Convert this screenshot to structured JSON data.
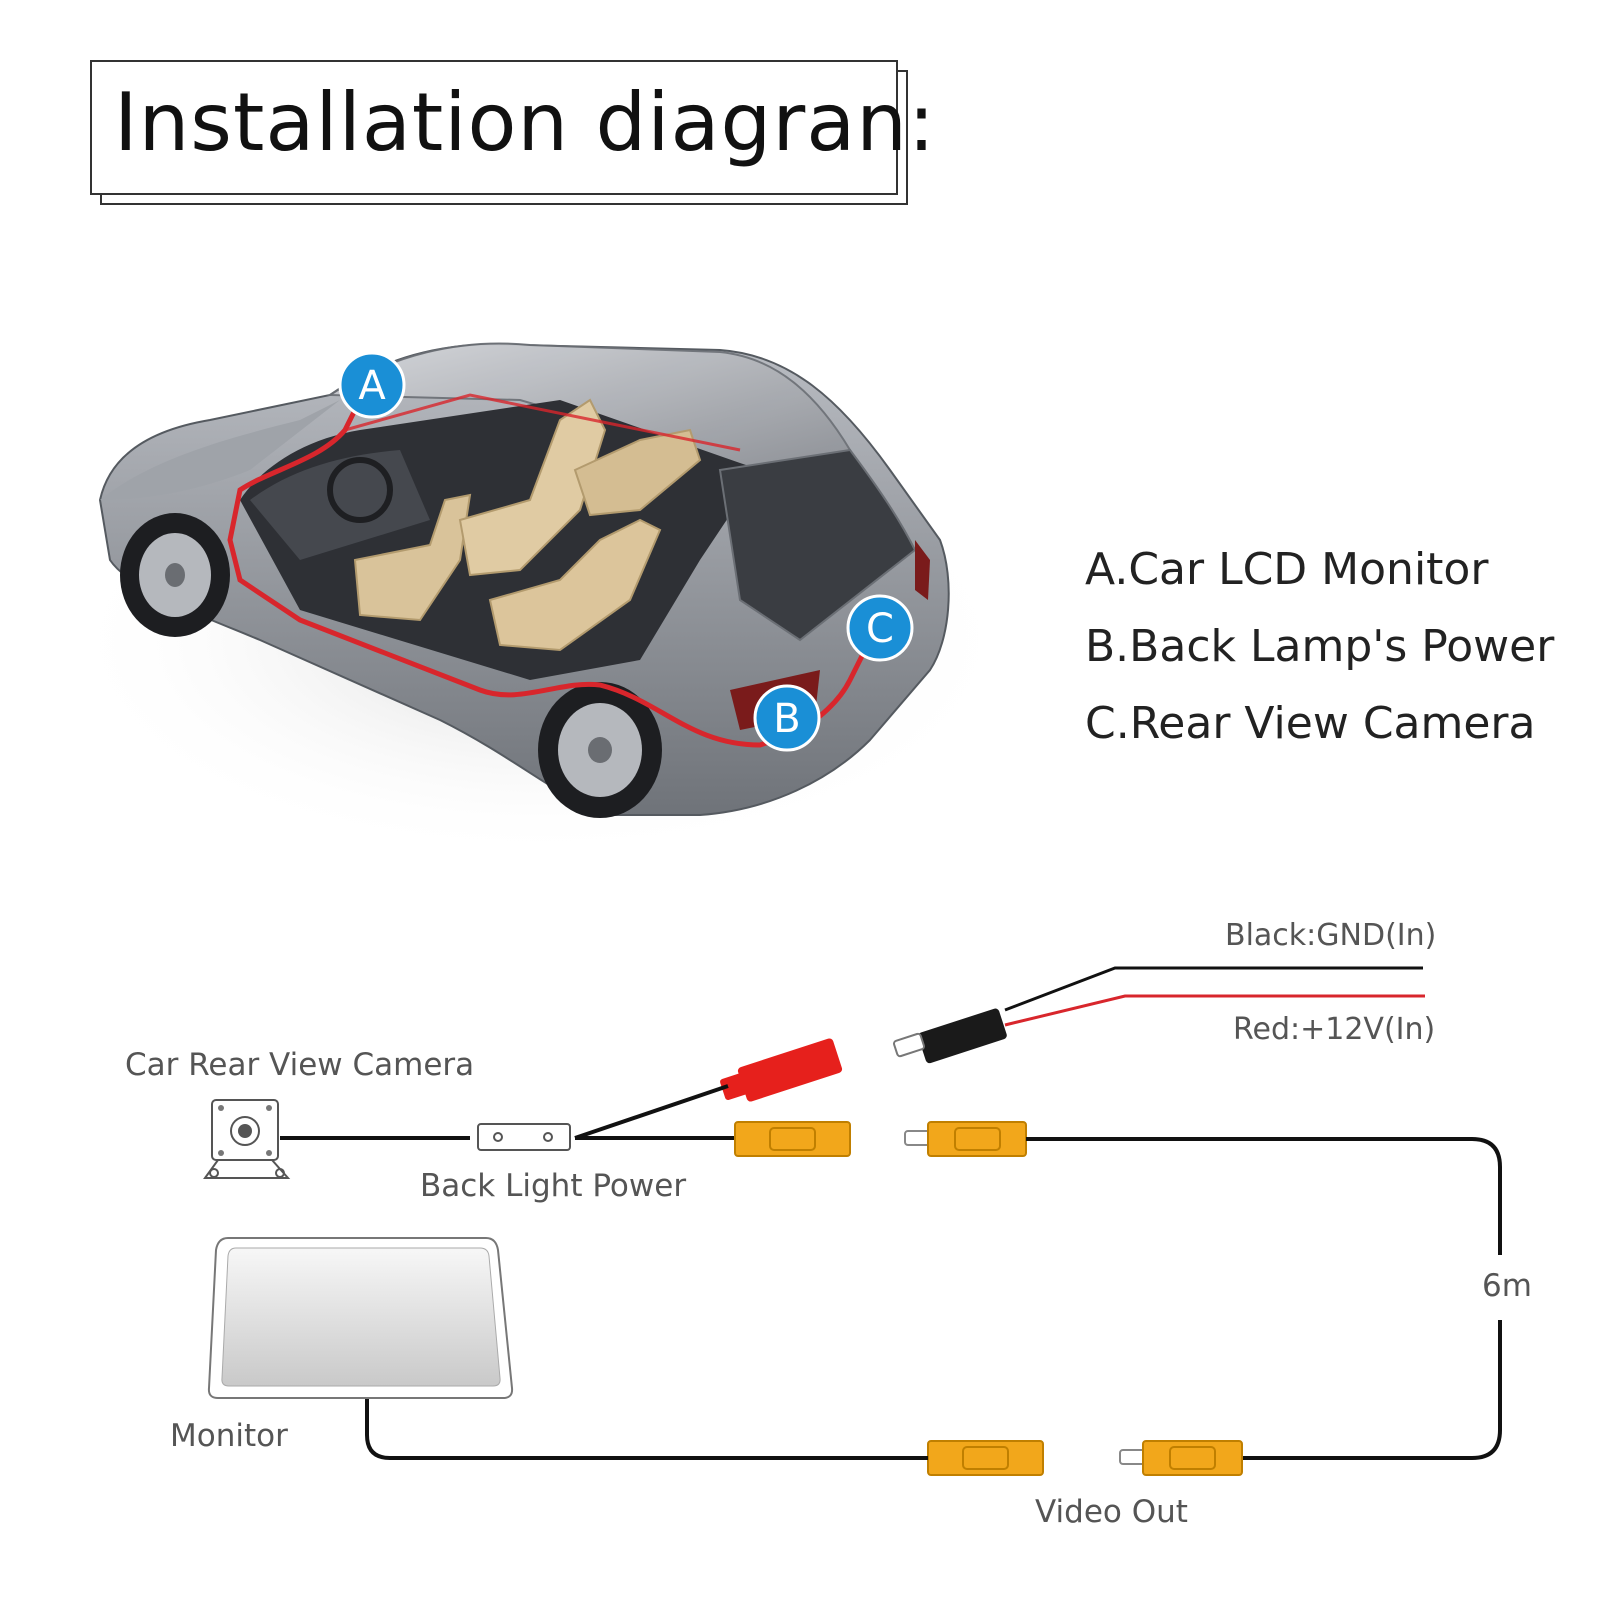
{
  "title": "Installation diagran:",
  "markers": {
    "a": "A",
    "b": "B",
    "c": "C"
  },
  "legend": [
    "A.Car LCD Monitor",
    "B.Back Lamp's Power",
    "C.Rear View Camera"
  ],
  "wiring": {
    "black_label": "Black:GND(In)",
    "red_label": "Red:+12V(In)",
    "camera_label": "Car Rear View Camera",
    "back_light_label": "Back Light Power",
    "length_label": "6m",
    "monitor_label": "Monitor",
    "video_out_label": "Video Out"
  },
  "colors": {
    "marker_blue": "#1a8fd6",
    "route_red": "#d8262c",
    "connector_orange": "#f2a71b",
    "connector_red": "#e6201c",
    "cable_black": "#111111"
  }
}
